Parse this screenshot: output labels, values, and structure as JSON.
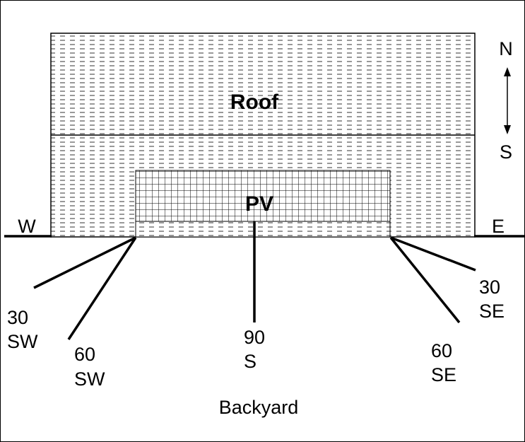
{
  "roof": {
    "label": "Roof"
  },
  "pv": {
    "label": "PV"
  },
  "compass": {
    "north": "N",
    "south": "S",
    "west": "W",
    "east": "E"
  },
  "orientations": [
    {
      "angle": "30",
      "dir": "SW"
    },
    {
      "angle": "60",
      "dir": "SW"
    },
    {
      "angle": "90",
      "dir": "S"
    },
    {
      "angle": "60",
      "dir": "SE"
    },
    {
      "angle": "30",
      "dir": "SE"
    }
  ],
  "backyard": {
    "label": "Backyard"
  },
  "colors": {
    "ink": "#000000",
    "background": "#ffffff",
    "hatch": "#333333"
  }
}
